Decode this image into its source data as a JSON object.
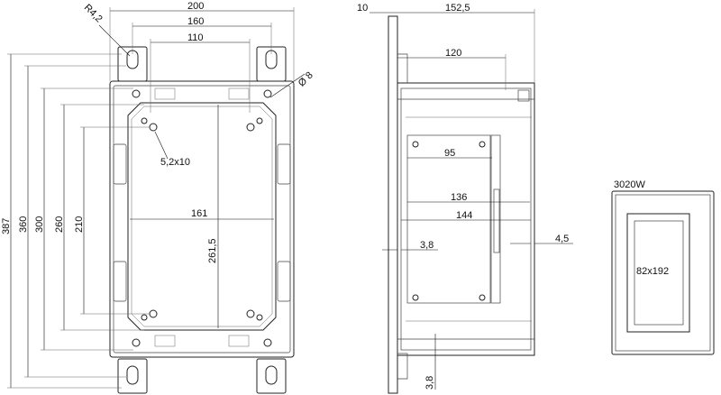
{
  "front_view": {
    "dim_width_outer": "200",
    "dim_width_mid": "160",
    "dim_width_inner": "110",
    "dim_radius": "R4,2",
    "dim_hole_diameter": "Ø 8",
    "dim_slot": "5,2x10",
    "dim_inner_width": "161",
    "dim_inner_height": "261,5",
    "dim_height_total": "387",
    "dim_height_360": "360",
    "dim_height_300": "300",
    "dim_height_260": "260",
    "dim_height_210": "210"
  },
  "side_view": {
    "dim_flange": "10",
    "dim_depth": "152,5",
    "dim_depth_120": "120",
    "dim_95": "95",
    "dim_136": "136",
    "dim_144": "144",
    "dim_wall_left": "3,8",
    "dim_wall_right": "4,5",
    "dim_bottom": "3,8"
  },
  "model_view": {
    "model_name": "3020W",
    "window_size": "82x192"
  }
}
